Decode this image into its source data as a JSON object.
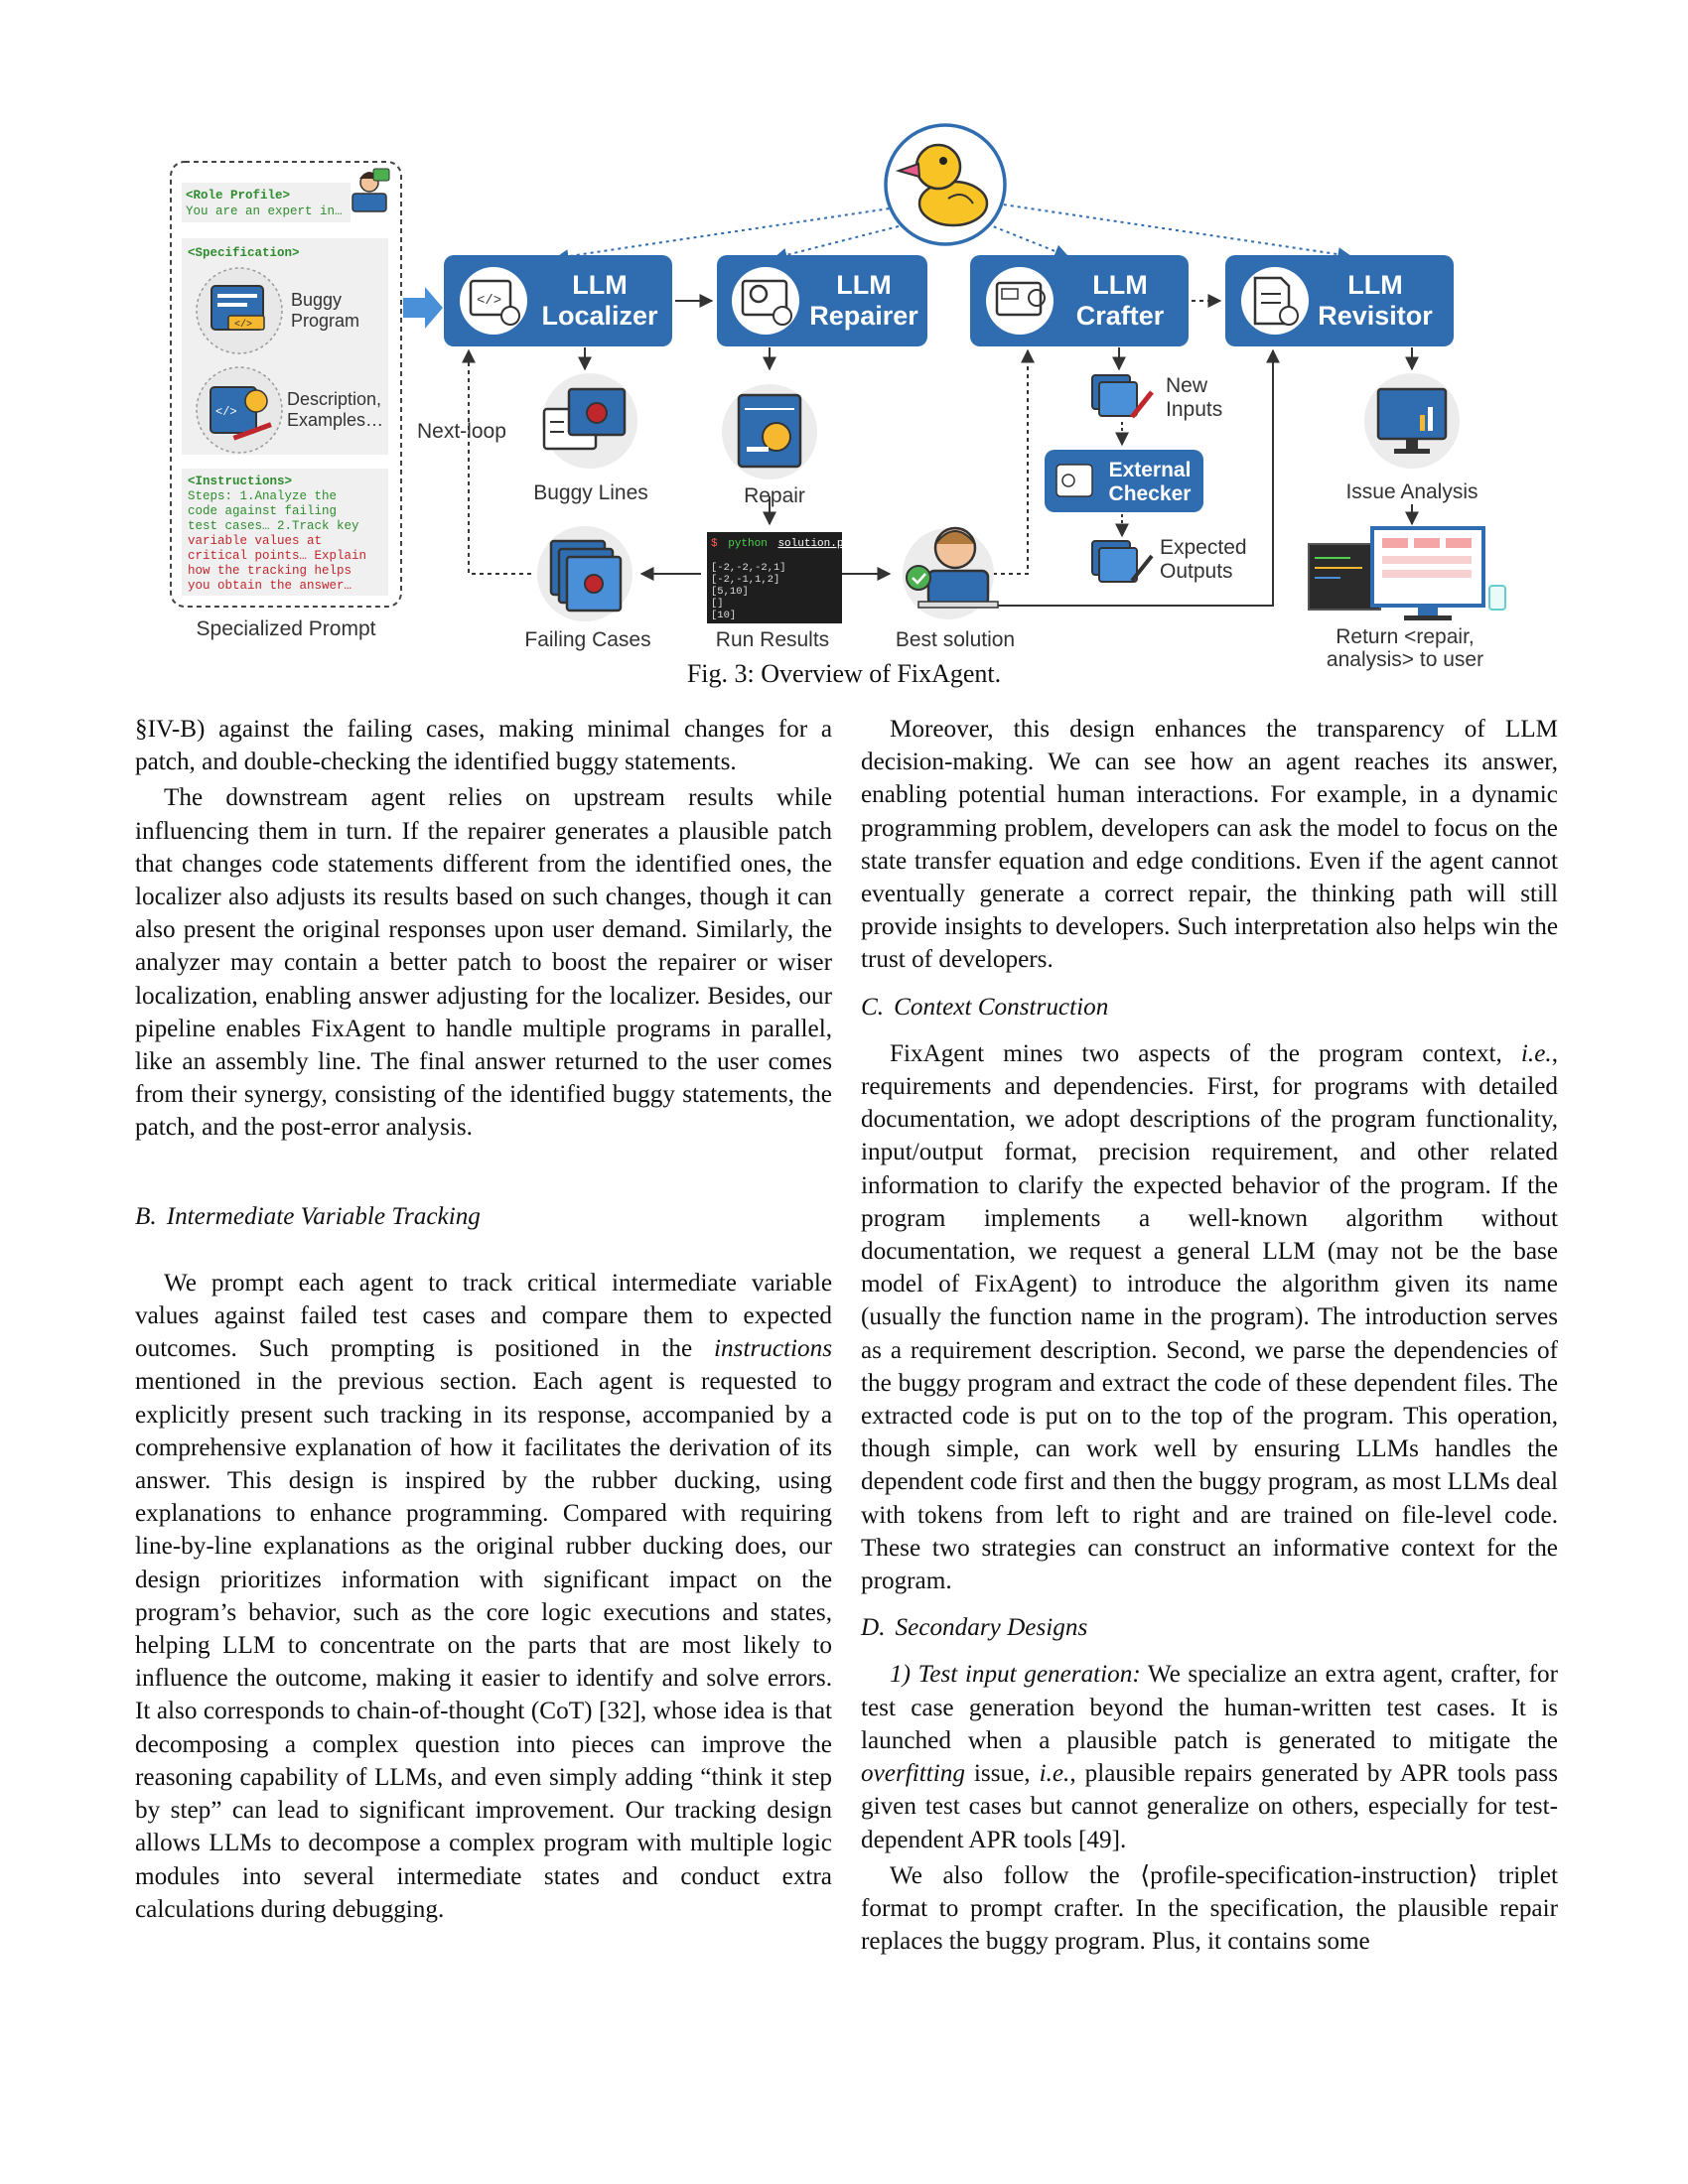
{
  "figure": {
    "prompt_box": {
      "role_tag": "<Role Profile>",
      "role_text": "You are an expert in…",
      "spec_tag": "<Specification>",
      "buggy_program": [
        "Buggy",
        "Program"
      ],
      "description": [
        "Description,",
        "Examples…"
      ],
      "instr_tag": "<Instructions>",
      "instr_lines_green": [
        "Steps: 1.Analyze the",
        "code against failing",
        "test cases… 2.Track key"
      ],
      "instr_lines_red": [
        "variable values at",
        "critical points… Explain",
        "how the tracking helps",
        "you obtain the answer…"
      ],
      "label": "Specialized Prompt"
    },
    "agents": [
      {
        "line1": "LLM",
        "line2": "Localizer"
      },
      {
        "line1": "LLM",
        "line2": "Repairer"
      },
      {
        "line1": "LLM",
        "line2": "Crafter"
      },
      {
        "line1": "LLM",
        "line2": "Revisitor"
      }
    ],
    "next_loop": "Next-loop",
    "buggy_lines": "Buggy Lines",
    "repair": "Repair",
    "new_inputs": [
      "New",
      "Inputs"
    ],
    "external_checker": [
      "External",
      "Checker"
    ],
    "expected_outputs": [
      "Expected",
      "Outputs"
    ],
    "issue_analysis": "Issue Analysis",
    "failing_cases": "Failing Cases",
    "run_results": "Run Results",
    "best_solution": "Best solution",
    "return_text": [
      "Return <repair,",
      "analysis> to user"
    ],
    "terminal": {
      "prompt": "$",
      "cmd": "python",
      "file": "solution.py",
      "lines": [
        "[-2,-2,-2,1]",
        "[-2,-1,1,2]",
        "[5,10]",
        "[]",
        "[10]"
      ]
    },
    "colors": {
      "agent_blue": "#2f6db0",
      "prompt_green": "#2e8b2e",
      "prompt_red": "#c0272d"
    }
  },
  "caption": "Fig. 3: Overview of FixAgent.",
  "left_column": {
    "p1": "§IV-B) against the failing cases, making minimal changes for a patch, and double-checking the identified buggy statements.",
    "p2": "The downstream agent relies on upstream results while influencing them in turn. If the repairer generates a plausible patch that changes code statements different from the identified ones, the localizer also adjusts its results based on such changes, though it can also present the original responses upon user demand. Similarly, the analyzer may contain a better patch to boost the repairer or wiser localization, enabling answer adjusting for the localizer. Besides, our pipeline enables FixAgent to handle multiple programs in parallel, like an assembly line. The final answer returned to the user comes from their synergy, consisting of the identified buggy statements, the patch, and the post-error analysis.",
    "sec_b_num": "B.",
    "sec_b_title": "Intermediate Variable Tracking",
    "p3_a": "We prompt each agent to track critical intermediate variable values against failed test cases and compare them to expected outcomes. Such prompting is positioned in the ",
    "p3_em": "instructions",
    "p3_b": " mentioned in the previous section. Each agent is requested to explicitly present such tracking in its response, accompanied by a comprehensive explanation of how it facilitates the derivation of its answer. This design is inspired by the rubber ducking, using explanations to enhance programming. Compared with requiring line-by-line explanations as the original rubber ducking does, our design prioritizes information with significant impact on the program’s behavior, such as the core logic executions and states, helping LLM to concentrate on the parts that are most likely to influence the outcome, making it easier to identify and solve errors. It also corresponds to chain-of-thought (CoT) [32], whose idea is that decomposing a complex question into pieces can improve the reasoning capability of LLMs, and even simply adding “think it step by step” can lead to significant improvement. Our tracking design allows LLMs to decompose a complex program with multiple logic modules into several intermediate states and conduct extra calculations during debugging."
  },
  "right_column": {
    "p1": "Moreover, this design enhances the transparency of LLM decision-making. We can see how an agent reaches its answer, enabling potential human interactions. For example, in a dynamic programming problem, developers can ask the model to focus on the state transfer equation and edge conditions. Even if the agent cannot eventually generate a correct repair, the thinking path will still provide insights to developers. Such interpretation also helps win the trust of developers.",
    "sec_c_num": "C.",
    "sec_c_title": "Context Construction",
    "p2_a": "FixAgent mines two aspects of the program context, ",
    "p2_em": "i.e.",
    "p2_b": ", requirements and dependencies. First, for programs with detailed documentation, we adopt descriptions of the program functionality, input/output format, precision requirement, and other related information to clarify the expected behavior of the program. If the program implements a well-known algorithm without documentation, we request a general LLM (may not be the base model of FixAgent) to introduce the algorithm given its name (usually the function name in the program). The introduction serves as a requirement description. Second, we parse the dependencies of the buggy program and extract the code of these dependent files. The extracted code is put on to the top of the program. This operation, though simple, can work well by ensuring LLMs handles the dependent code first and then the buggy program, as most LLMs deal with tokens from left to right and are trained on file-level code. These two strategies can construct an informative context for the program.",
    "sec_d_num": "D.",
    "sec_d_title": "Secondary Designs",
    "p3_head": "1) Test input generation:",
    "p3_a": " We specialize an extra agent, crafter, for test case generation beyond the human-written test cases. It is launched when a plausible patch is generated to mitigate the ",
    "p3_em1": "overfitting",
    "p3_b": " issue, ",
    "p3_em2": "i.e.",
    "p3_c": ", plausible repairs generated by APR tools pass given test cases but cannot generalize on others, especially for test-dependent APR tools [49].",
    "p4": "We also follow the ⟨profile-specification-instruction⟩ triplet format to prompt crafter. In the specification, the plausible repair replaces the buggy program. Plus, it contains some"
  }
}
